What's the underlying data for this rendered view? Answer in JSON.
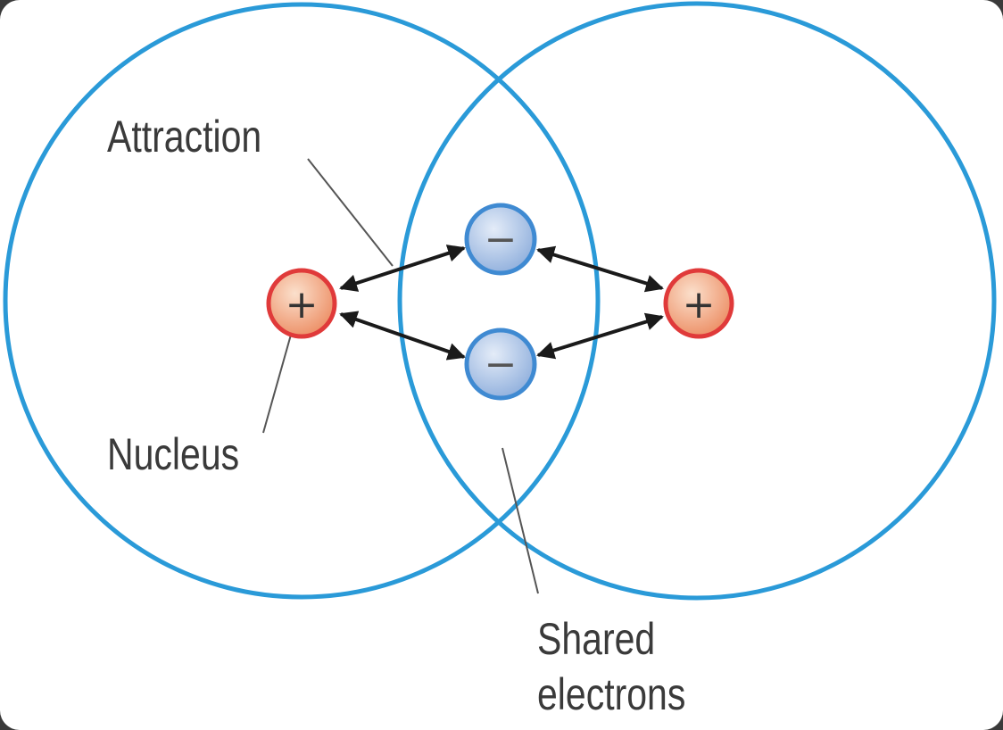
{
  "diagram": {
    "labels": {
      "attraction": "Attraction",
      "nucleus": "Nucleus",
      "shared_line1": "Shared",
      "shared_line2": "electrons"
    },
    "symbols": {
      "plus": "+",
      "minus": "−"
    },
    "colors": {
      "shell": "#2a9ad8",
      "nucleus_fill": "#f0a07a",
      "nucleus_stroke": "#e03a3a",
      "electron_fill": "#a9c2e6",
      "electron_stroke": "#3f8ad2",
      "arrow": "#1a1a1a"
    }
  }
}
